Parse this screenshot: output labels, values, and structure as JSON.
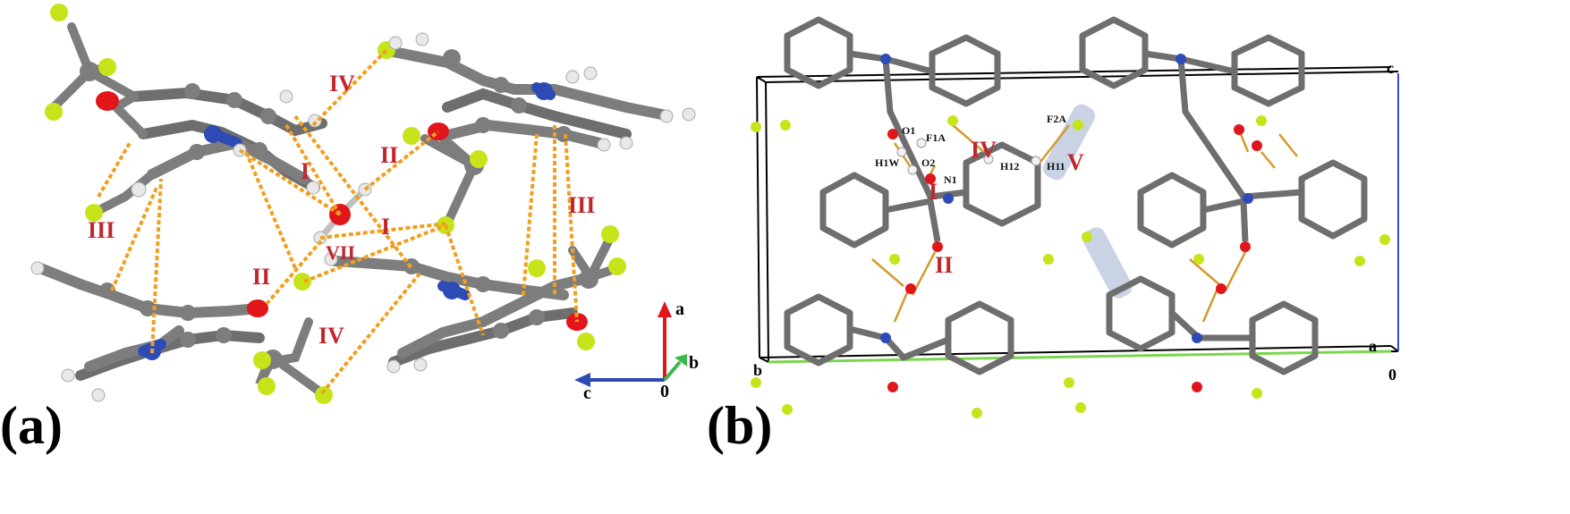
{
  "panel_a": {
    "label": "(a)",
    "interactions": [
      "I",
      "II",
      "III",
      "IV",
      "VII"
    ],
    "axes": {
      "a": "a",
      "b": "b",
      "c": "c",
      "origin": "0"
    },
    "colors": {
      "carbon": "#7d7d7d",
      "nitrogen": "#2e4bb5",
      "oxygen": "#e0161b",
      "fluorine": "#c7e41b",
      "hydrogen": "#e8e8e8",
      "contact": "#f0a020",
      "axis_a": "#e0161b",
      "axis_b": "#3cb84a",
      "axis_c": "#2e4bb5"
    }
  },
  "panel_b": {
    "label": "(b)",
    "interactions": [
      "I",
      "II",
      "IV",
      "V"
    ],
    "atoms": [
      "O1",
      "F1A",
      "H1W",
      "O2",
      "N1",
      "H12",
      "H11",
      "F2A"
    ],
    "cell": {
      "c": "c",
      "a": "a",
      "b": "b",
      "origin": "0"
    },
    "colors": {
      "cell_c": "#3a48d8",
      "cell_b": "#7ad64c",
      "highlight": "#a7b6d2",
      "bond": "#d39a2e"
    }
  }
}
